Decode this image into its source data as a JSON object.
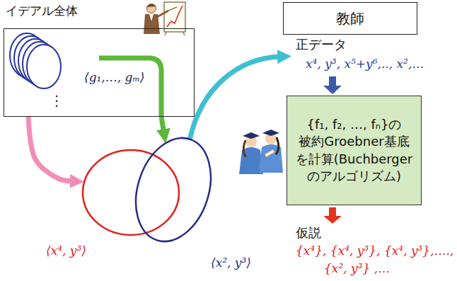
{
  "diagram": {
    "nodes": [
      {
        "text": [
          "イデアル全体",
          "⟨g₁,…, gₘ⟩"
        ]
      },
      {
        "text": [
          "教師"
        ]
      },
      {
        "text": [
          "{f₁, f₂, …, fₙ}の 被約Groebner基底 を計算(Buchberger のアルゴリズム)"
        ]
      },
      {
        "text": [
          "⟨x⁴, y³⟩"
        ]
      },
      {
        "text": [
          "⟨x², y³⟩"
        ]
      }
    ],
    "edges": [
      {
        "from": 0,
        "to": 3,
        "arrow": "to"
      },
      {
        "from": 0,
        "to": 4,
        "arrow": "to"
      }
    ],
    "labels": [
      "正データ",
      "x⁴, y³, x⁵+y⁶,.., x²,…",
      "仮説",
      "{x⁴}, {x⁴, y³}, {x⁴, y³},…., {x², y³} ,…",
      "⋮"
    ]
  }
}
